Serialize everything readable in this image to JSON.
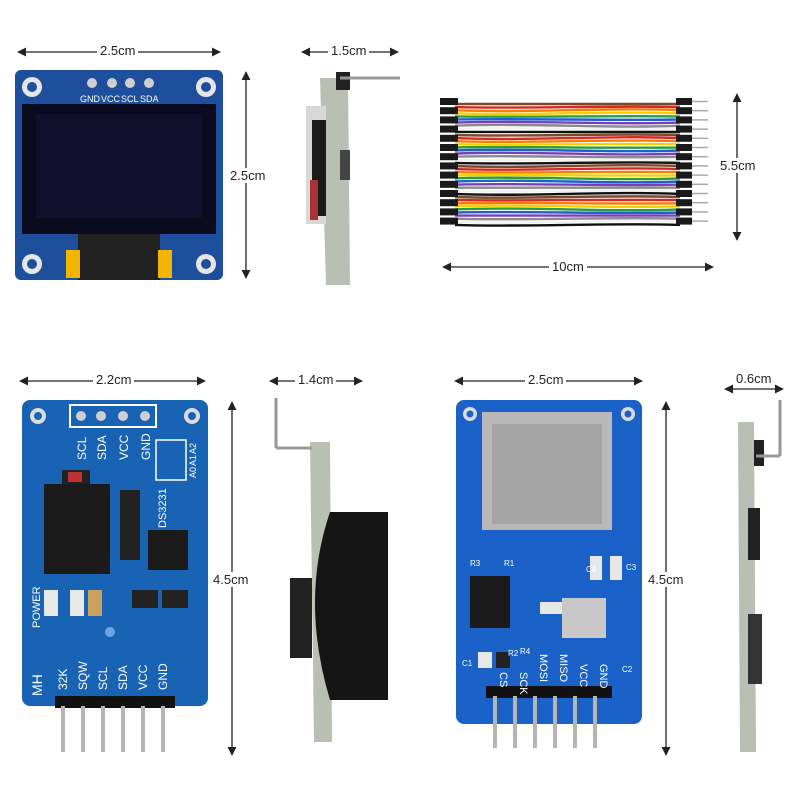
{
  "modules": {
    "oled": {
      "width": "2.5cm",
      "height": "2.5cm",
      "pins": [
        "GND",
        "VCC",
        "SCL",
        "SDA"
      ]
    },
    "oled_side": {
      "width": "1.5cm"
    },
    "jumper_wires": {
      "length": "10cm",
      "height": "5.5cm"
    },
    "rtc": {
      "width": "2.2cm",
      "height": "4.5cm",
      "chip_label": "DS3231",
      "top_pins": [
        "SCL",
        "SDA",
        "VCC",
        "GND"
      ],
      "addr_labels": [
        "A0",
        "A1",
        "A2"
      ],
      "power_label": "POWER",
      "brand": "MH",
      "bottom_pins": [
        "32K",
        "SQW",
        "SCL",
        "SDA",
        "VCC",
        "GND"
      ]
    },
    "rtc_side": {
      "width": "1.4cm"
    },
    "sd": {
      "width": "2.5cm",
      "height": "4.5cm",
      "pins": [
        "CS",
        "SCK",
        "MOSI",
        "MISO",
        "VCC",
        "GND"
      ],
      "parts": [
        "C4",
        "R4",
        "R3",
        "C1",
        "C2",
        "C3",
        "R1",
        "R2"
      ]
    },
    "sd_side": {
      "width": "0.6cm"
    }
  }
}
